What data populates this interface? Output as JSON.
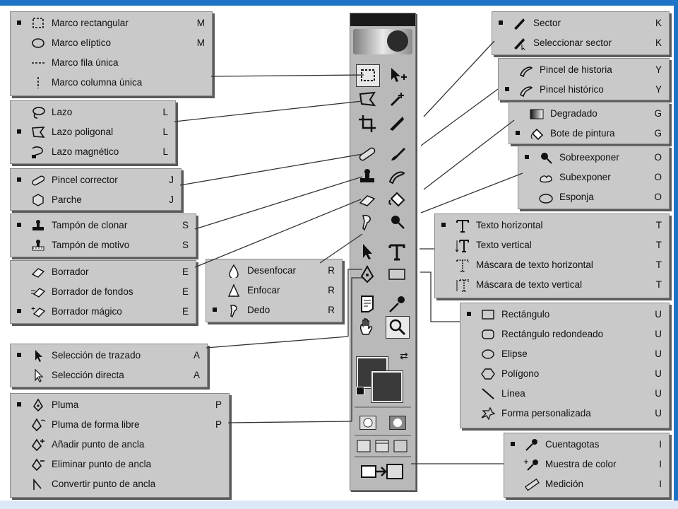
{
  "colors": {
    "frame_blue": "#1f73c6",
    "panel_gray": "#c9c9c9",
    "toolbar_gray": "#b9b9b9"
  },
  "panels": {
    "marquee": [
      {
        "label": "Marco rectangular",
        "key": "M",
        "active": true,
        "icon": "rect-marquee-icon"
      },
      {
        "label": "Marco elíptico",
        "key": "M",
        "active": false,
        "icon": "ellipse-marquee-icon"
      },
      {
        "label": "Marco fila única",
        "key": "",
        "active": false,
        "icon": "single-row-marquee-icon"
      },
      {
        "label": "Marco columna única",
        "key": "",
        "active": false,
        "icon": "single-column-marquee-icon"
      }
    ],
    "lasso": [
      {
        "label": "Lazo",
        "key": "L",
        "active": false,
        "icon": "lasso-icon"
      },
      {
        "label": "Lazo poligonal",
        "key": "L",
        "active": true,
        "icon": "polygonal-lasso-icon"
      },
      {
        "label": "Lazo magnético",
        "key": "L",
        "active": false,
        "icon": "magnetic-lasso-icon"
      }
    ],
    "healing": [
      {
        "label": "Pincel corrector",
        "key": "J",
        "active": true,
        "icon": "healing-brush-icon"
      },
      {
        "label": "Parche",
        "key": "J",
        "active": false,
        "icon": "patch-icon"
      }
    ],
    "stamp": [
      {
        "label": "Tampón de clonar",
        "key": "S",
        "active": true,
        "icon": "clone-stamp-icon"
      },
      {
        "label": "Tampón de motivo",
        "key": "S",
        "active": false,
        "icon": "pattern-stamp-icon"
      }
    ],
    "eraser": [
      {
        "label": "Borrador",
        "key": "E",
        "active": false,
        "icon": "eraser-icon"
      },
      {
        "label": "Borrador de fondos",
        "key": "E",
        "active": false,
        "icon": "background-eraser-icon"
      },
      {
        "label": "Borrador mágico",
        "key": "E",
        "active": true,
        "icon": "magic-eraser-icon"
      }
    ],
    "blur": [
      {
        "label": "Desenfocar",
        "key": "R",
        "active": false,
        "icon": "blur-icon"
      },
      {
        "label": "Enfocar",
        "key": "R",
        "active": false,
        "icon": "sharpen-icon"
      },
      {
        "label": "Dedo",
        "key": "R",
        "active": true,
        "icon": "smudge-icon"
      }
    ],
    "path_select": [
      {
        "label": "Selección de trazado",
        "key": "A",
        "active": true,
        "icon": "path-selection-icon"
      },
      {
        "label": "Selección directa",
        "key": "A",
        "active": false,
        "icon": "direct-selection-icon"
      }
    ],
    "pen": [
      {
        "label": "Pluma",
        "key": "P",
        "active": true,
        "icon": "pen-icon"
      },
      {
        "label": "Pluma de forma libre",
        "key": "P",
        "active": false,
        "icon": "freeform-pen-icon"
      },
      {
        "label": "Añadir punto de ancla",
        "key": "",
        "active": false,
        "icon": "add-anchor-icon"
      },
      {
        "label": "Eliminar punto de ancla",
        "key": "",
        "active": false,
        "icon": "delete-anchor-icon"
      },
      {
        "label": "Convertir punto de ancla",
        "key": "",
        "active": false,
        "icon": "convert-anchor-icon"
      }
    ],
    "slice": [
      {
        "label": "Sector",
        "key": "K",
        "active": true,
        "icon": "slice-icon"
      },
      {
        "label": "Seleccionar sector",
        "key": "K",
        "active": false,
        "icon": "slice-select-icon"
      }
    ],
    "history": [
      {
        "label": "Pincel de historia",
        "key": "Y",
        "active": false,
        "icon": "history-brush-icon"
      },
      {
        "label": "Pincel histórico",
        "key": "Y",
        "active": true,
        "icon": "art-history-brush-icon"
      }
    ],
    "fill": [
      {
        "label": "Degradado",
        "key": "G",
        "active": false,
        "icon": "gradient-icon"
      },
      {
        "label": "Bote de pintura",
        "key": "G",
        "active": true,
        "icon": "paint-bucket-icon"
      }
    ],
    "dodge": [
      {
        "label": "Sobreexponer",
        "key": "O",
        "active": true,
        "icon": "dodge-icon"
      },
      {
        "label": "Subexponer",
        "key": "O",
        "active": false,
        "icon": "burn-icon"
      },
      {
        "label": "Esponja",
        "key": "O",
        "active": false,
        "icon": "sponge-icon"
      }
    ],
    "type": [
      {
        "label": "Texto horizontal",
        "key": "T",
        "active": true,
        "icon": "horizontal-type-icon"
      },
      {
        "label": "Texto vertical",
        "key": "T",
        "active": false,
        "icon": "vertical-type-icon"
      },
      {
        "label": "Máscara de texto horizontal",
        "key": "T",
        "active": false,
        "icon": "horizontal-type-mask-icon"
      },
      {
        "label": "Máscara de texto vertical",
        "key": "T",
        "active": false,
        "icon": "vertical-type-mask-icon"
      }
    ],
    "shape": [
      {
        "label": "Rectángulo",
        "key": "U",
        "active": true,
        "icon": "rectangle-icon"
      },
      {
        "label": "Rectángulo redondeado",
        "key": "U",
        "active": false,
        "icon": "rounded-rectangle-icon"
      },
      {
        "label": "Elipse",
        "key": "U",
        "active": false,
        "icon": "ellipse-icon"
      },
      {
        "label": "Polígono",
        "key": "U",
        "active": false,
        "icon": "polygon-icon"
      },
      {
        "label": "Línea",
        "key": "U",
        "active": false,
        "icon": "line-icon"
      },
      {
        "label": "Forma personalizada",
        "key": "U",
        "active": false,
        "icon": "custom-shape-icon"
      }
    ],
    "eyedropper": [
      {
        "label": "Cuentagotas",
        "key": "I",
        "active": true,
        "icon": "eyedropper-icon"
      },
      {
        "label": "Muestra de color",
        "key": "I",
        "active": false,
        "icon": "color-sampler-icon"
      },
      {
        "label": "Medición",
        "key": "I",
        "active": false,
        "icon": "measure-icon"
      }
    ]
  }
}
